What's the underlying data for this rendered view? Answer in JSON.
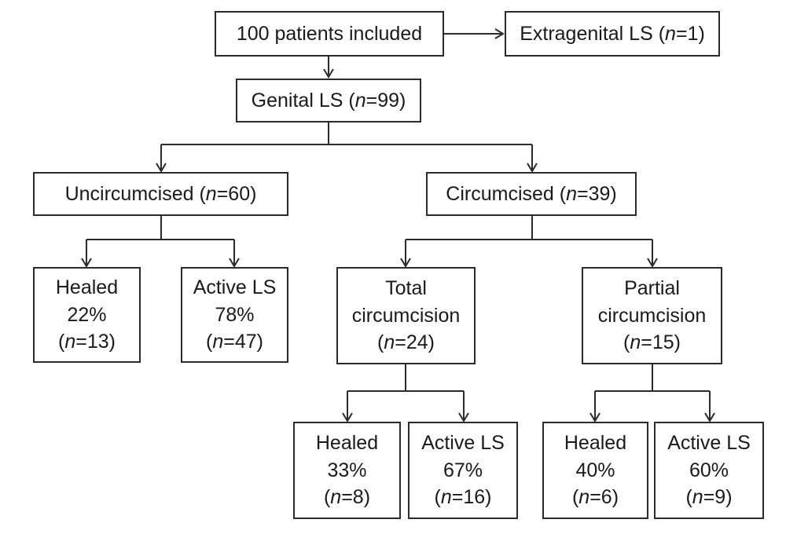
{
  "nodes": {
    "included": {
      "lines": [
        "100 patients included"
      ]
    },
    "extragenital": {
      "label": "Extragenital LS (",
      "n_var": "n",
      "n_rest": "=1)"
    },
    "genital": {
      "label": "Genital LS (",
      "n_var": "n",
      "n_rest": "=99)"
    },
    "uncircumcised": {
      "label": "Uncircumcised (",
      "n_var": "n",
      "n_rest": "=60)"
    },
    "circumcised": {
      "label": "Circumcised (",
      "n_var": "n",
      "n_rest": "=39)"
    },
    "uncirc_healed": {
      "title": "Healed",
      "pct": "22%",
      "n_open": "(",
      "n_var": "n",
      "n_rest": "=13)"
    },
    "uncirc_active": {
      "title": "Active LS",
      "pct": "78%",
      "n_open": "(",
      "n_var": "n",
      "n_rest": "=47)"
    },
    "total": {
      "line1": "Total",
      "line2": "circumcision",
      "n_open": "(",
      "n_var": "n",
      "n_rest": "=24)"
    },
    "partial": {
      "line1": "Partial",
      "line2": "circumcision",
      "n_open": "(",
      "n_var": "n",
      "n_rest": "=15)"
    },
    "total_healed": {
      "title": "Healed",
      "pct": "33%",
      "n_open": "(",
      "n_var": "n",
      "n_rest": "=8)"
    },
    "total_active": {
      "title": "Active LS",
      "pct": "67%",
      "n_open": "(",
      "n_var": "n",
      "n_rest": "=16)"
    },
    "partial_healed": {
      "title": "Healed",
      "pct": "40%",
      "n_open": "(",
      "n_var": "n",
      "n_rest": "=6)"
    },
    "partial_active": {
      "title": "Active LS",
      "pct": "60%",
      "n_open": "(",
      "n_var": "n",
      "n_rest": "=9)"
    }
  }
}
